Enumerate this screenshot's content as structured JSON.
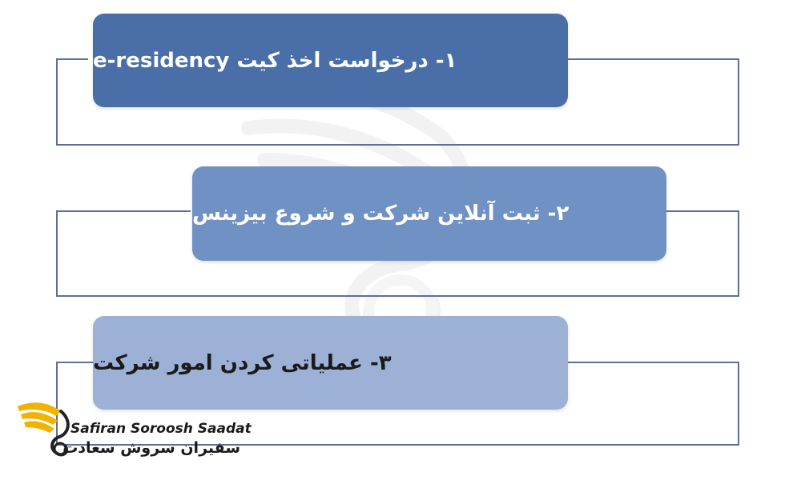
{
  "steps": [
    {
      "label": "۱- درخواست اخذ کیت e-residency",
      "color": "#4a6fa8"
    },
    {
      "label": "۲- ثبت آنلاین شرکت و شروع بیزینس",
      "color": "#7091c4"
    },
    {
      "label": "۳- عملیاتی کردن امور شرکت",
      "color": "#9db1d6"
    }
  ],
  "logo": {
    "name_en": "Safiran Soroosh Saadat",
    "name_fa": "سفیران سروش سعادت",
    "icon": "swan-wing-icon",
    "accent": "#f2b200"
  },
  "frame_color": "#5b6f9a"
}
